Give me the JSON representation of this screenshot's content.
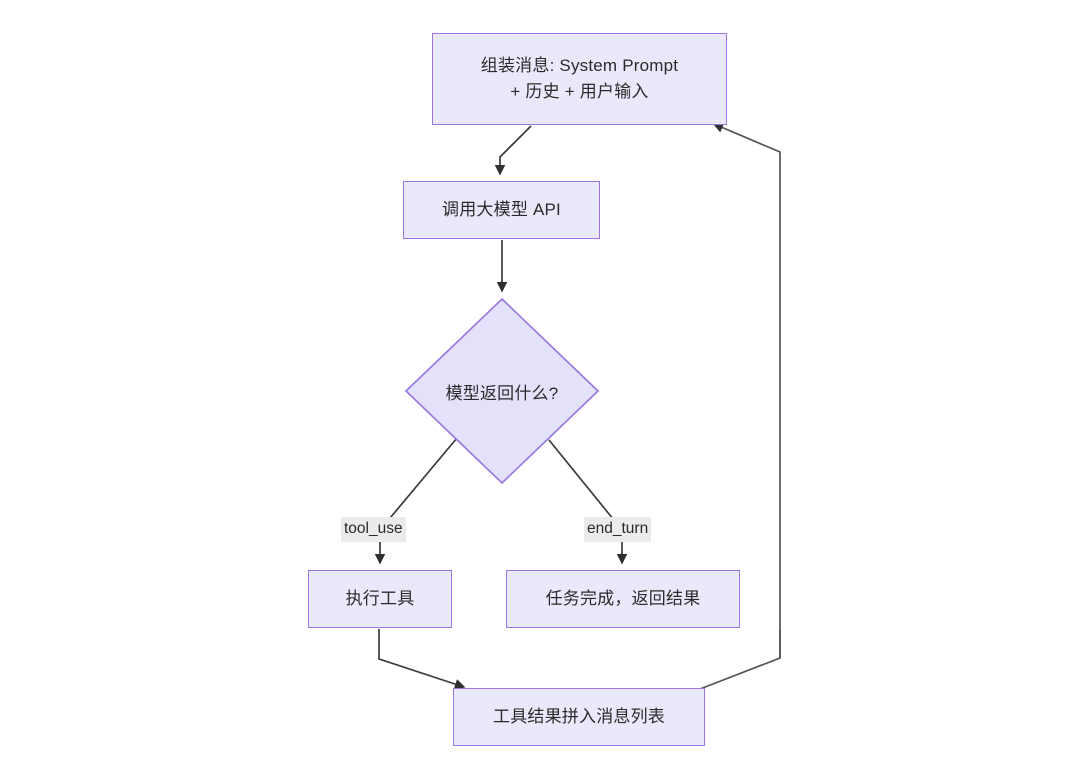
{
  "diagram": {
    "type": "flowchart",
    "title": "Agent loop flowchart",
    "colors": {
      "node_fill": "#eae8fb",
      "node_border": "#9a77e0",
      "edge_line": "#333333",
      "edge_label_bg": "#ebebeb",
      "text": "#2b2b2b",
      "background": "#ffffff"
    },
    "nodes": [
      {
        "id": "assemble",
        "shape": "rect",
        "label": "组装消息: System Prompt\n+ 历史 + 用户输入"
      },
      {
        "id": "call-api",
        "shape": "rect",
        "label": "调用大模型 API"
      },
      {
        "id": "decision",
        "shape": "diamond",
        "label": "模型返回什么?"
      },
      {
        "id": "run-tool",
        "shape": "rect",
        "label": "执行工具"
      },
      {
        "id": "finish",
        "shape": "rect",
        "label": "任务完成，返回结果"
      },
      {
        "id": "append-result",
        "shape": "rect",
        "label": "工具结果拼入消息列表"
      }
    ],
    "edge_labels": [
      {
        "id": "tool-use",
        "label": "tool_use"
      },
      {
        "id": "end-turn",
        "label": "end_turn"
      }
    ],
    "edges": [
      {
        "from": "assemble",
        "to": "call-api",
        "label": ""
      },
      {
        "from": "call-api",
        "to": "decision",
        "label": ""
      },
      {
        "from": "decision",
        "to": "run-tool",
        "label": "tool_use"
      },
      {
        "from": "decision",
        "to": "finish",
        "label": "end_turn"
      },
      {
        "from": "run-tool",
        "to": "append-result",
        "label": ""
      },
      {
        "from": "finish",
        "to": "append-result",
        "label": ""
      },
      {
        "from": "append-result",
        "to": "assemble",
        "label": ""
      }
    ]
  }
}
